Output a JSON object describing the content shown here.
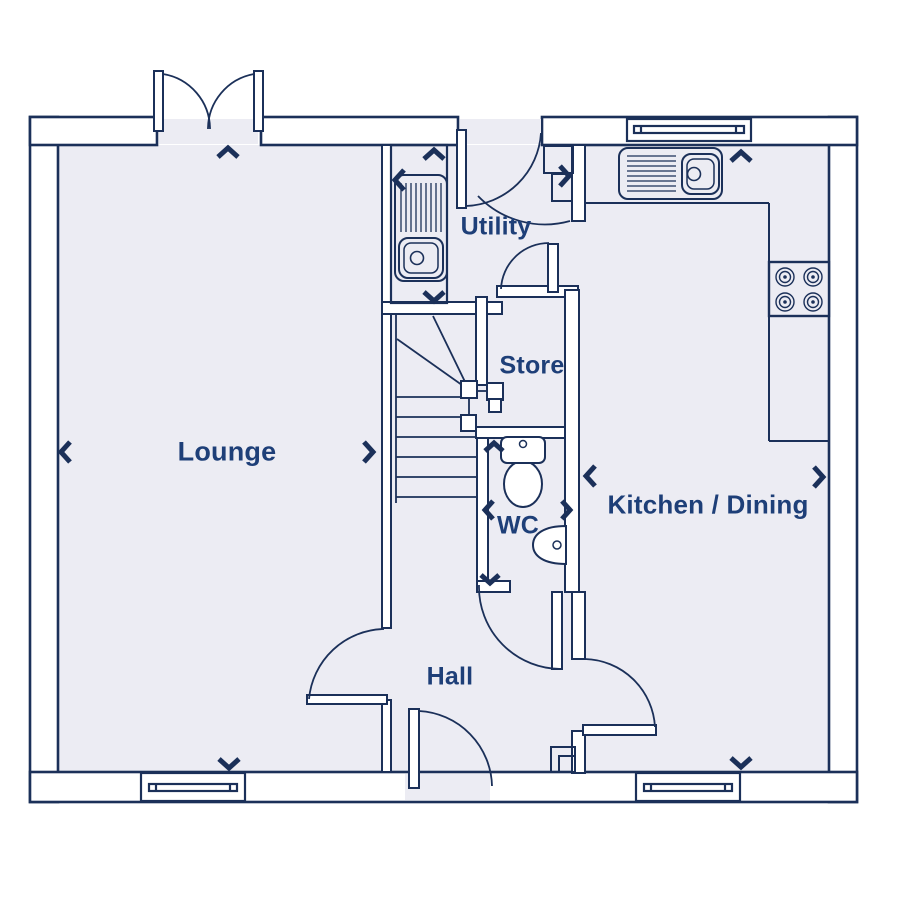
{
  "floor_plan": {
    "rooms": [
      {
        "id": "lounge",
        "label": "Lounge"
      },
      {
        "id": "utility",
        "label": "Utility"
      },
      {
        "id": "store",
        "label": "Store"
      },
      {
        "id": "wc",
        "label": "WC"
      },
      {
        "id": "kitchen-dining",
        "label": "Kitchen / Dining"
      },
      {
        "id": "hall",
        "label": "Hall"
      }
    ],
    "colors": {
      "wall_line": "#1b3059",
      "floor_fill": "#ececf3",
      "label_text": "#1e3f78",
      "background": "#ffffff"
    },
    "fixtures": [
      "utility-sink-unit",
      "kitchen-sink-unit",
      "hob-4-burners",
      "toilet",
      "wash-basin",
      "staircase",
      "boiler-cupboard"
    ],
    "doors": [
      "french-doors-top",
      "back-door-utility",
      "lobby-kitchen-door",
      "store-door",
      "lounge-hall-door",
      "front-door",
      "wc-door",
      "hall-kitchen-door"
    ],
    "windows": [
      "kitchen-top-window",
      "lounge-bottom-window",
      "kitchen-bottom-window"
    ],
    "dimension_arrow_sets": [
      "lounge",
      "utility",
      "kitchen-dining",
      "wc"
    ]
  }
}
